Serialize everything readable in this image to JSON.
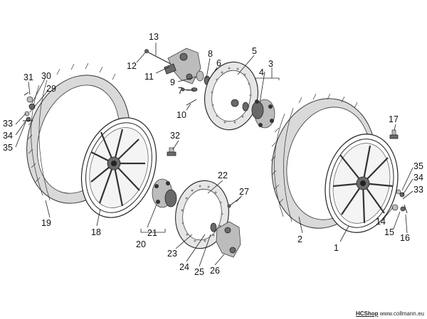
{
  "diagram": {
    "part_numbers": [
      "1",
      "2",
      "3",
      "4",
      "5",
      "6",
      "7",
      "8",
      "9",
      "10",
      "11",
      "12",
      "13",
      "14",
      "15",
      "16",
      "17",
      "18",
      "19",
      "20",
      "21",
      "22",
      "23",
      "24",
      "25",
      "26",
      "27",
      "29",
      "30",
      "31",
      "32",
      "33",
      "34",
      "35"
    ]
  },
  "watermark": {
    "brand": "HCShop",
    "url": "www.collmann.eu"
  }
}
